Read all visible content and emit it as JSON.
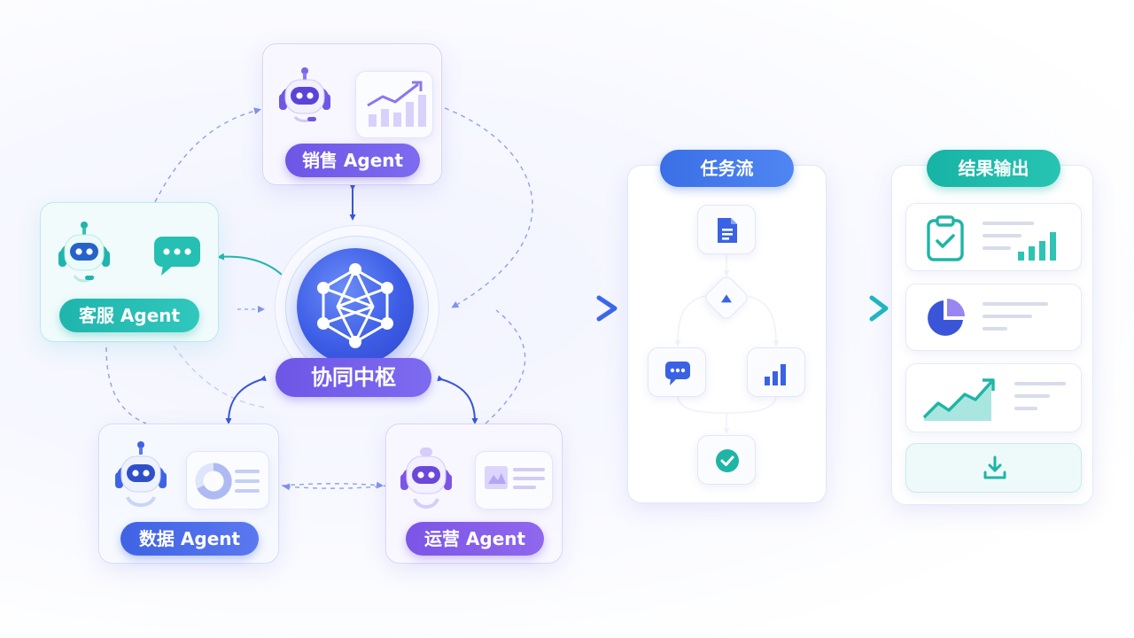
{
  "agents": {
    "sales": {
      "label": "销售 Agent"
    },
    "service": {
      "label": "客服 Agent"
    },
    "data": {
      "label": "数据 Agent"
    },
    "ops": {
      "label": "运营 Agent"
    }
  },
  "hub": {
    "label": "协同中枢"
  },
  "workflow": {
    "title": "任务流"
  },
  "output": {
    "title": "结果输出"
  },
  "colors": {
    "violet": "#6e56e6",
    "teal": "#1fb5ad",
    "blue": "#3f63e4",
    "purple": "#7b55e6",
    "hub": "#3d5de6"
  },
  "icons": [
    "robot-headset-icon",
    "growth-chart-icon",
    "chat-bubble-icon",
    "donut-list-icon",
    "image-list-icon",
    "network-hub-icon",
    "document-icon",
    "decision-diamond-icon",
    "chat-icon",
    "bar-chart-icon",
    "check-circle-icon",
    "clipboard-check-icon",
    "pie-chart-icon",
    "area-trend-icon",
    "download-icon"
  ]
}
